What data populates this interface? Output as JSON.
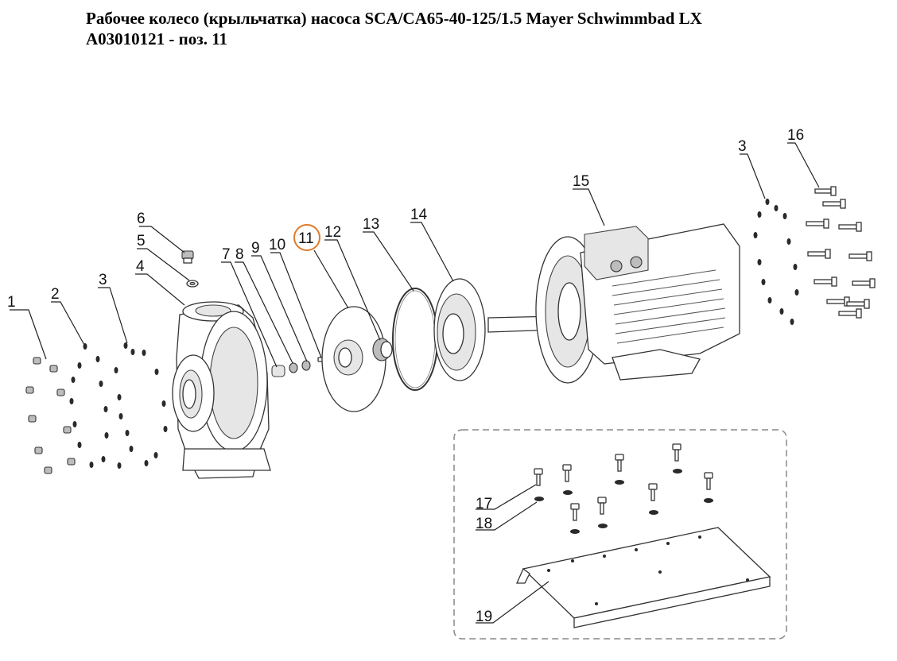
{
  "title": {
    "line1": "Рабочее колесо (крыльчатка) насоса SCA/CA65-40-125/1.5 Mayer Schwimmbad LX",
    "line2": "A03010121 - поз. 11"
  },
  "diagram": {
    "highlight_color": "#e07a28",
    "labels": {
      "p1": "1",
      "p2": "2",
      "p3a": "3",
      "p3b": "3",
      "p4": "4",
      "p5": "5",
      "p6": "6",
      "p7": "7",
      "p8": "8",
      "p9": "9",
      "p10": "10",
      "p11": "11",
      "p12": "12",
      "p13": "13",
      "p14": "14",
      "p15": "15",
      "p16": "16",
      "p17": "17",
      "p18": "18",
      "p19": "19"
    }
  }
}
